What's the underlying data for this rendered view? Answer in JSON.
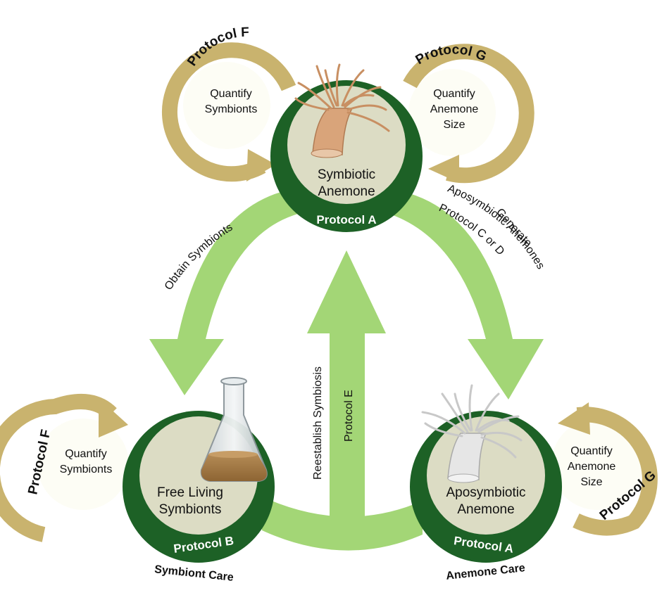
{
  "colors": {
    "dark_green": "#1d6126",
    "inner_fill": "#dcdcc4",
    "light_green": "#a3d676",
    "loop_tan": "#c9b36e",
    "loop_fill": "#fdfdf5"
  },
  "nodes": {
    "symbiotic": {
      "label_line1": "Symbiotic",
      "label_line2": "Anemone",
      "protocol": "Protocol A"
    },
    "free_living": {
      "label_line1": "Free Living",
      "label_line2": "Symbionts",
      "protocol": "Protocol B",
      "care": "Symbiont Care"
    },
    "aposymbiotic": {
      "label_line1": "Aposymbiotic",
      "label_line2": "Anemone",
      "protocol": "Protocol A",
      "care": "Anemone Care"
    }
  },
  "loops": {
    "top_left": {
      "protocol": "Protocol F",
      "line1": "Quantify",
      "line2": "Symbionts"
    },
    "top_right": {
      "protocol": "Protocol G",
      "line1": "Quantify",
      "line2": "Anemone",
      "line3": "Size"
    },
    "bottom_left": {
      "protocol": "Protocol F",
      "line1": "Quantify",
      "line2": "Symbionts"
    },
    "bottom_right": {
      "protocol": "Protocol G",
      "line1": "Quantify",
      "line2": "Anemone",
      "line3": "Size"
    }
  },
  "edges": {
    "obtain": {
      "label": "Obtain Symbionts"
    },
    "generate": {
      "line1": "Generate",
      "line2": "Aposymbiotic Anemones",
      "protocol": "Protocol C or D"
    },
    "reestablish": {
      "label": "Reestablish Symbiosis",
      "protocol": "Protocol E"
    }
  },
  "icons": [
    "sea-anemone-brown-icon",
    "sea-anemone-white-icon",
    "erlenmeyer-flask-icon"
  ]
}
